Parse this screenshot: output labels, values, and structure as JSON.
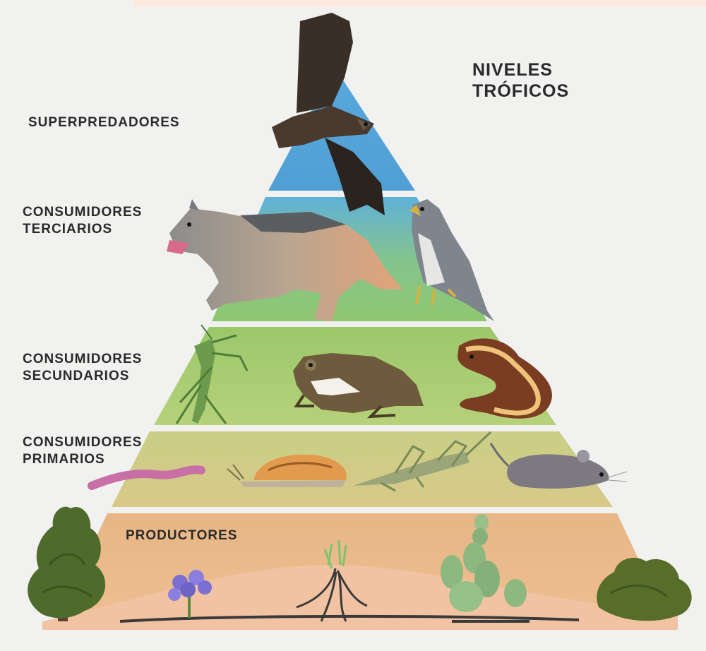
{
  "title": {
    "line1": "NIVELES",
    "line2": "TRÓFICOS"
  },
  "levels": [
    {
      "id": "superpredadores",
      "line1": "SUPERPREDADORES",
      "line2": "",
      "color": "#5fa9da"
    },
    {
      "id": "terciarios",
      "line1": "CONSUMIDORES",
      "line2": "TERCIARIOS",
      "color": "#8cc68e"
    },
    {
      "id": "secundarios",
      "line1": "CONSUMIDORES",
      "line2": "SECUNDARIOS",
      "color": "#a9cf70"
    },
    {
      "id": "primarios",
      "line1": "CONSUMIDORES",
      "line2": "PRIMARIOS",
      "color": "#cfd08a"
    },
    {
      "id": "productores",
      "line1": "PRODUCTORES",
      "line2": "",
      "color": "#eab58a"
    }
  ],
  "organisms": [
    "eagle",
    "wolf",
    "falcon",
    "mantis",
    "toad",
    "snake",
    "worm",
    "snail",
    "grasshopper",
    "mouse",
    "tree",
    "flower",
    "grass",
    "cactus",
    "bush"
  ]
}
